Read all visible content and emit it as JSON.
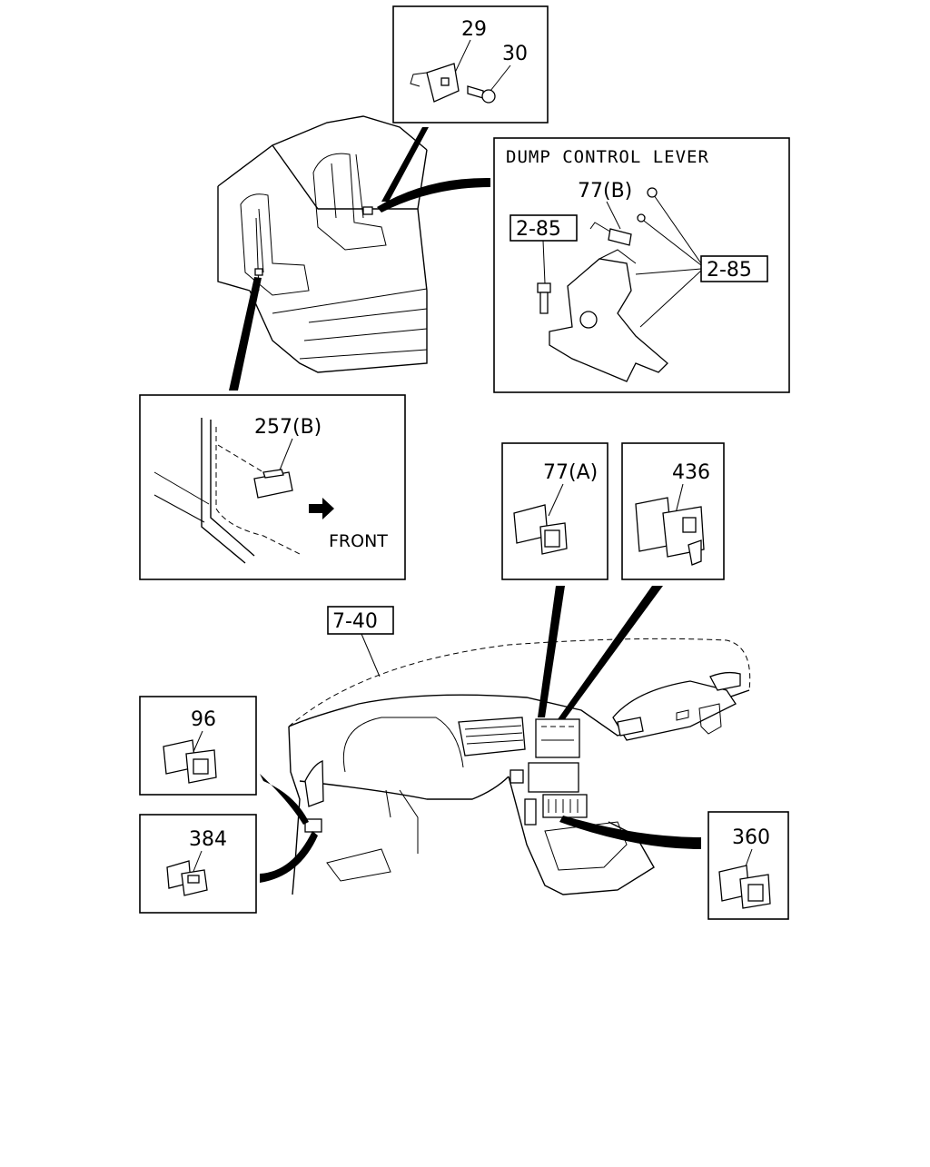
{
  "callouts": {
    "seatbelt_harness": "29",
    "bolt": "30",
    "dump_lever_title": "DUMP CONTROL LEVER",
    "dump_switch_b": "77(B)",
    "ref_dump_left": "2-85",
    "ref_dump_right": "2-85",
    "door_switch": "257(B)",
    "front_arrow": "FRONT",
    "dump_switch_a": "77(A)",
    "switch_436": "436",
    "ref_instrument_panel": "7-40",
    "switch_96": "96",
    "switch_384": "384",
    "switch_360": "360"
  },
  "colors": {
    "ink": "#000000",
    "paper": "#ffffff"
  }
}
